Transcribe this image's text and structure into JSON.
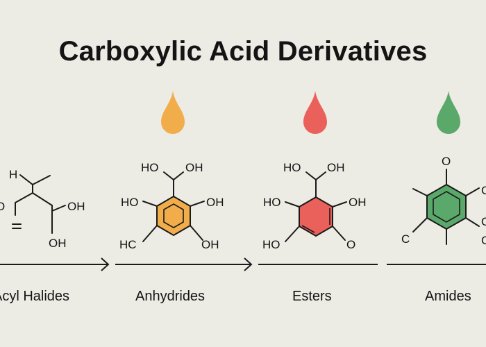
{
  "title": "Carboxylic Acid Derivatives",
  "colors": {
    "background": "#ecebe4",
    "anhydrides": "#f2ad4b",
    "esters": "#ea615c",
    "amides": "#5aa86a",
    "ink": "#141414"
  },
  "groups": [
    {
      "name": "Acyl Halides",
      "atoms": [
        "H",
        "O",
        "OH",
        "OH",
        "="
      ]
    },
    {
      "name": "Anhydrides",
      "drop_color": "#f2ad4b",
      "atoms": [
        "HO",
        "OH",
        "HO",
        "OH",
        "HC",
        "OH"
      ]
    },
    {
      "name": "Esters",
      "drop_color": "#ea615c",
      "atoms": [
        "HO",
        "OH",
        "HO",
        "OH",
        "HO",
        "O"
      ]
    },
    {
      "name": "Amides",
      "drop_color": "#5aa86a",
      "atoms": [
        "O",
        "C",
        "C",
        "O",
        "C"
      ]
    }
  ]
}
